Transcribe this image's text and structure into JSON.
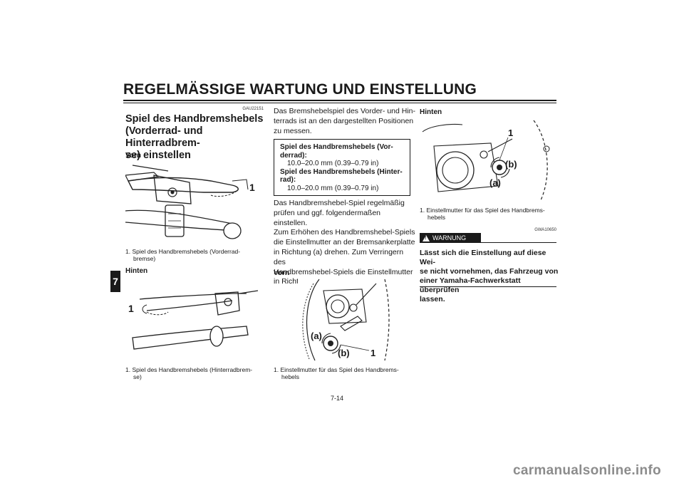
{
  "header": {
    "title": "REGELMÄSSIGE WARTUNG UND EINSTELLUNG",
    "chapter": "7"
  },
  "left": {
    "code": "GAU22151",
    "title": "Spiel des Handbremshebels (Vorderrad- und Hinterradbrem- se) einstellen",
    "title_lines": [
      "Spiel des Handbremshebels",
      "(Vorderrad- und Hinterradbrem-",
      "se) einstellen"
    ],
    "front_label": "Vorn",
    "fig1_callout": "1",
    "fig1_caption": [
      "1.  Spiel des Handbremshebels (Vorderrad-",
      "bremse)"
    ],
    "rear_label": "Hinten",
    "fig2_callout": "1",
    "fig2_caption": [
      "1.  Spiel des Handbremshebels (Hinterradbrem-",
      "se)"
    ]
  },
  "middle": {
    "intro": [
      "Das Bremshebelspiel des Vorder- und Hin-",
      "terrads ist an den dargestellten Positionen",
      "zu messen."
    ],
    "spec": {
      "front_title": [
        "Spiel des Handbremshebels (Vor-",
        "derrad):"
      ],
      "front_value": "10.0–20.0 mm (0.39–0.79 in)",
      "rear_title": [
        "Spiel des Handbremshebels (Hinter-",
        "rad):"
      ],
      "rear_value": "10.0–20.0 mm (0.39–0.79 in)"
    },
    "instructions": [
      "Das Handbremshebel-Spiel regelmäßig",
      "prüfen und ggf. folgendermaßen einstellen.",
      "Zum Erhöhen des Handbremshebel-Spiels",
      "die Einstellmutter an der Bremsankerplatte",
      "in Richtung (a) drehen. Zum Verringern des",
      "Handbremshebel-Spiels die Einstellmutter",
      "in Richtung (b) drehen."
    ],
    "front_label": "Vorn",
    "fig3_labels": {
      "a": "(a)",
      "b": "(b)",
      "one": "1"
    },
    "fig3_caption": [
      "1.  Einstellmutter für das Spiel des Handbrems-",
      "hebels"
    ]
  },
  "right": {
    "rear_label": "Hinten",
    "fig4_labels": {
      "a": "(a)",
      "b": "(b)",
      "one": "1"
    },
    "fig4_caption": [
      "1.  Einstellmutter für das Spiel des Handbrems-",
      "hebels"
    ],
    "warning_label": "WARNUNG",
    "warning_icon_glyph": "!",
    "warning_code": "GWA10650",
    "warning_text": [
      "Lässt sich die Einstellung auf diese Wei-",
      "se nicht vornehmen, das Fahrzeug von",
      "einer Yamaha-Fachwerkstatt überprüfen",
      "lassen."
    ]
  },
  "footer": {
    "page": "7-14",
    "watermark": "carmanualsonline.info"
  }
}
